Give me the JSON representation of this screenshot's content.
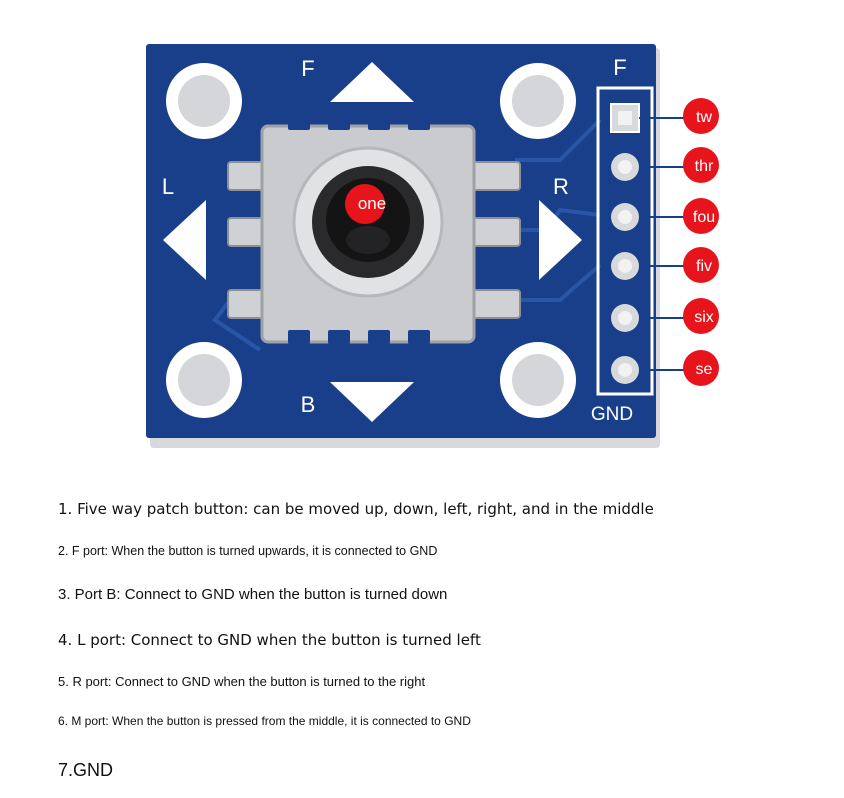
{
  "board": {
    "labels": {
      "forward": "F",
      "back": "B",
      "left": "L",
      "right": "R",
      "header_top": "F",
      "header_bottom": "GND"
    },
    "colors": {
      "pcb": "#1a3f8a",
      "silkscreen": "#ffffff",
      "callout": "#e8141b",
      "metal": "#c9cbce",
      "knob": "#1b1b1b"
    },
    "center_callout": "one",
    "pin_callouts": [
      "tw",
      "thr",
      "fou",
      "fiv",
      "six",
      "se"
    ]
  },
  "notes": [
    "1. Five way patch button: can be moved up, down, left, right, and in the middle",
    "2. F port: When the button is turned upwards, it is connected to GND",
    "3. Port B: Connect to GND when the button is turned down",
    "4. L port: Connect to GND when the button is turned left",
    "5. R port: Connect to GND when the button is turned to the right",
    "6. M port: When the button is pressed from the middle, it is connected to GND",
    "7.GND"
  ]
}
